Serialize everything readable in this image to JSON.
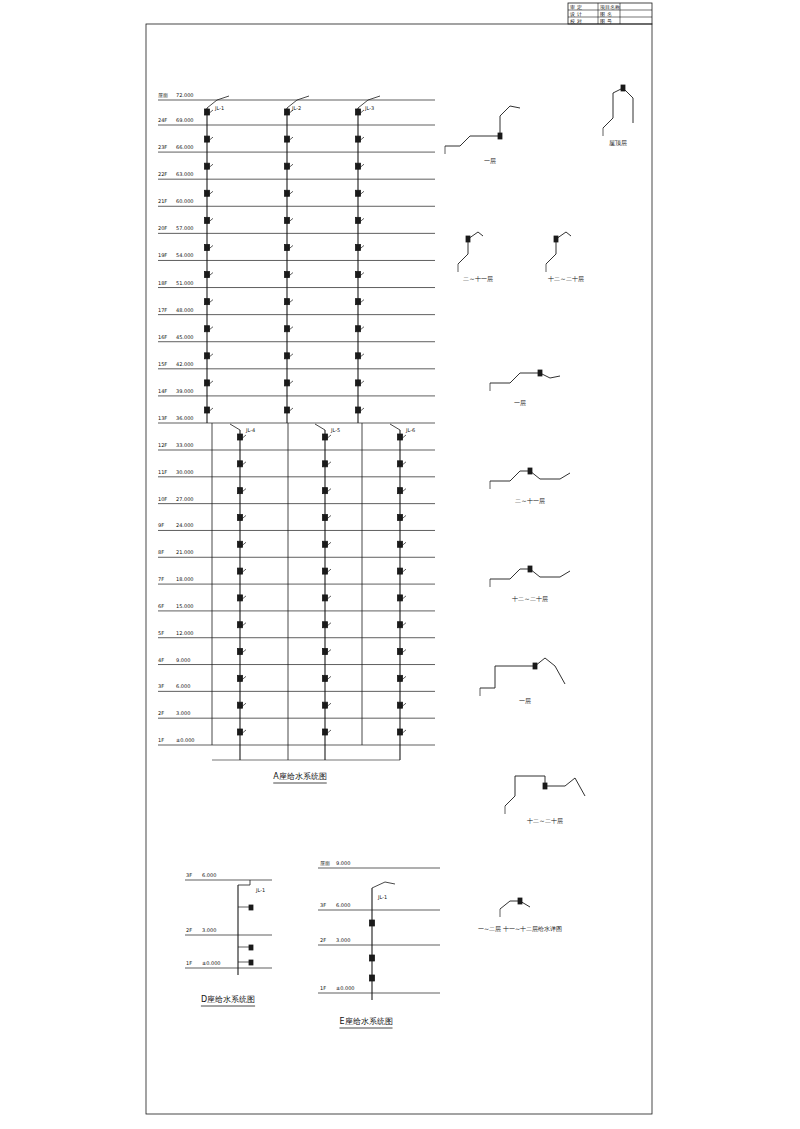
{
  "diagram": {
    "labels": [
      "审 定",
      "项目名称",
      "设 计",
      "图 名",
      "校 对",
      "图 号",
      "屋面",
      "72.000",
      "24F",
      "69.000",
      "23F",
      "66.000",
      "22F",
      "63.000",
      "21F",
      "60.000",
      "20F",
      "57.000",
      "19F",
      "54.000",
      "18F",
      "51.000",
      "17F",
      "48.000",
      "16F",
      "45.000",
      "15F",
      "42.000",
      "14F",
      "39.000",
      "13F",
      "36.000",
      "12F",
      "33.000",
      "11F",
      "30.000",
      "10F",
      "27.000",
      "9F",
      "24.000",
      "8F",
      "21.000",
      "7F",
      "18.000",
      "6F",
      "15.000",
      "5F",
      "12.000",
      "4F",
      "9.000",
      "3F",
      "6.000",
      "2F",
      "3.000",
      "1F",
      "±0.000",
      "JL-1",
      "JL-2",
      "JL-3",
      "JL-4",
      "JL-5",
      "JL-6",
      "A座给水系统图",
      "3F",
      "6.000",
      "2F",
      "3.000",
      "1F",
      "±0.000",
      "JL-1",
      "D座给水系统图",
      "屋面",
      "9.000",
      "3F",
      "6.000",
      "2F",
      "3.000",
      "1F",
      "±0.000",
      "JL-1",
      "E座给水系统图",
      "一层",
      "屋顶层",
      "二~十一层",
      "十二~二十层",
      "一层",
      "二~十一层",
      "十二~二十层",
      "一层",
      "十二~二十层",
      "一~二层 十一~十二层给水详图"
    ]
  }
}
